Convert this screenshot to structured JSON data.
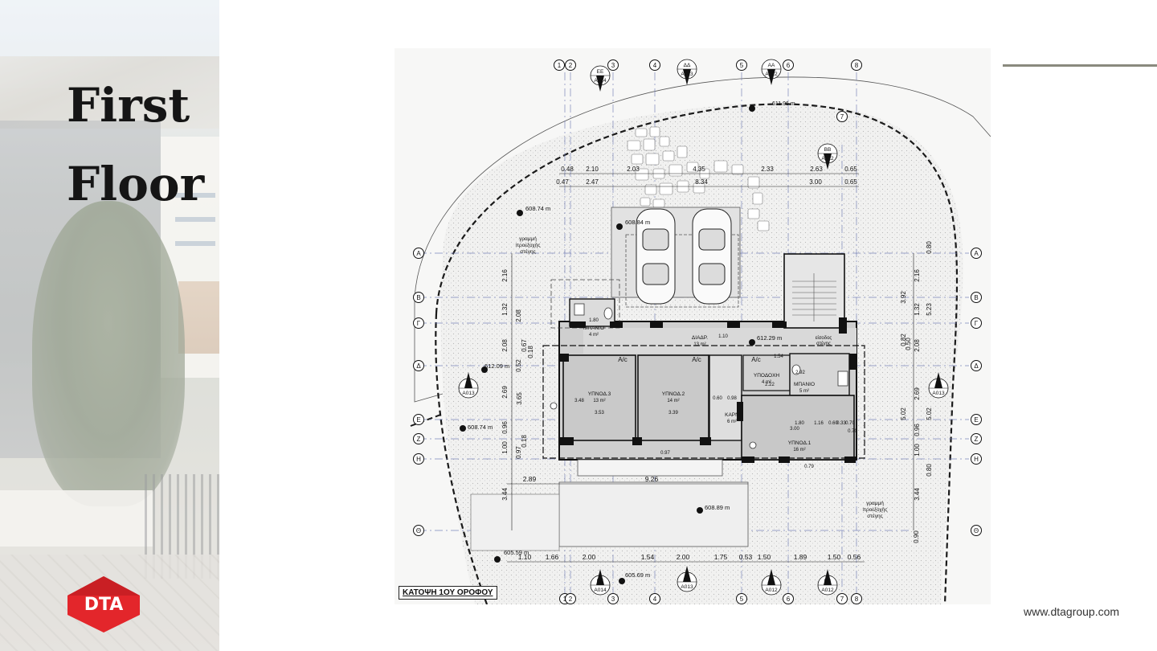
{
  "slide": {
    "title_line1": "First",
    "title_line2": "Floor",
    "website": "www.dtagroup.com",
    "logo_text": "DTA",
    "accent_color": "#e3262b"
  },
  "plan": {
    "caption": "ΚΑΤΟΨΗ 1ΟΥ ΟΡΟΦΟΥ",
    "grid_top": [
      "1",
      "2",
      "3",
      "4",
      "5",
      "6",
      "8"
    ],
    "grid_top_right": "7",
    "grid_bottom": [
      "1",
      "2",
      "3",
      "4",
      "5",
      "6",
      "7",
      "8"
    ],
    "grid_left": [
      "A",
      "B",
      "Γ",
      "Δ",
      "E",
      "Z",
      "H",
      "Θ"
    ],
    "grid_right": [
      "A",
      "B",
      "Γ",
      "Δ",
      "E",
      "Z",
      "H",
      "Θ"
    ],
    "sections": {
      "ee": {
        "name": "EE",
        "sheet": "A014"
      },
      "dd": {
        "name": "ΔΔ",
        "sheet": "A013"
      },
      "aa": {
        "name": "AA",
        "sheet": "A012"
      },
      "bb": {
        "name": "BB",
        "sheet": "A012"
      },
      "gg": {
        "name": "ΓΓ",
        "sheet": "A013"
      }
    },
    "levels": {
      "top": "611.96 m",
      "nw": "608.74 m",
      "parking": "608.84 m",
      "hall": "612.29 m",
      "west": "612.09 m",
      "sw": "608.74 m",
      "south": "608.89 m",
      "bottom_left": "605.59 m",
      "bottom_mid": "605.69 m"
    },
    "dims_top_row1": [
      "0.48",
      "2.10",
      "2.03",
      "4.35",
      "2.33",
      "2.63",
      "0.65"
    ],
    "dims_top_row2": [
      "0.47",
      "2.47",
      "8.34",
      "3.00",
      "0.65"
    ],
    "dims_left": [
      "2.16",
      "1.32",
      "2.08",
      "2.08",
      "0.52",
      "0.67",
      "0.18",
      "2.69",
      "3.65",
      "0.96",
      "1.00",
      "0.97",
      "0.18",
      "3.44"
    ],
    "dims_right": [
      "0.80",
      "2.16",
      "3.92",
      "1.32",
      "5.23",
      "0.82",
      "0.50",
      "2.08",
      "2.69",
      "5.02",
      "5.02",
      "0.96",
      "1.00",
      "0.80",
      "3.44",
      "0.90"
    ],
    "dims_mid": [
      "2.89",
      "9.26"
    ],
    "dims_bottom": [
      "1.10",
      "1.66",
      "2.00",
      "1.54",
      "2.00",
      "1.75",
      "0.53",
      "1.50",
      "1.89",
      "1.50",
      "0.56"
    ],
    "dims_interior": [
      "1.80",
      "1.10",
      "3.48",
      "3.53",
      "3.39",
      "0.60",
      "0.98",
      "2.22",
      "2.92",
      "1.54",
      "1.80",
      "1.16",
      "0.60",
      "0.33",
      "0.70",
      "3.00",
      "0.70",
      "0.97",
      "0.79"
    ],
    "rooms": [
      {
        "name": "ΜΠΑΝΙΟ",
        "area": "4 m²"
      },
      {
        "name": "ΔΙΑΔΡ.",
        "area": "13 m²"
      },
      {
        "name": "ΥΠΝΟΔ.3",
        "area": "13 m²"
      },
      {
        "name": "ΥΠΝΟΔ.2",
        "area": "14 m²"
      },
      {
        "name": "ΥΠΟΔΟΧΗ",
        "area": "4 m²"
      },
      {
        "name": "ΜΠΑΝΙΟ",
        "area": "5 m²"
      },
      {
        "name": "ΚΑΡΝ",
        "area": "6 m²"
      },
      {
        "name": "ΥΠΝΟΔ.1",
        "area": "16 m²"
      }
    ],
    "entrance": [
      "είσοδος",
      "στέγης"
    ],
    "ac_label": "A/c",
    "roof_note": [
      "γραμμή",
      "προεξοχής",
      "στέγης"
    ]
  }
}
